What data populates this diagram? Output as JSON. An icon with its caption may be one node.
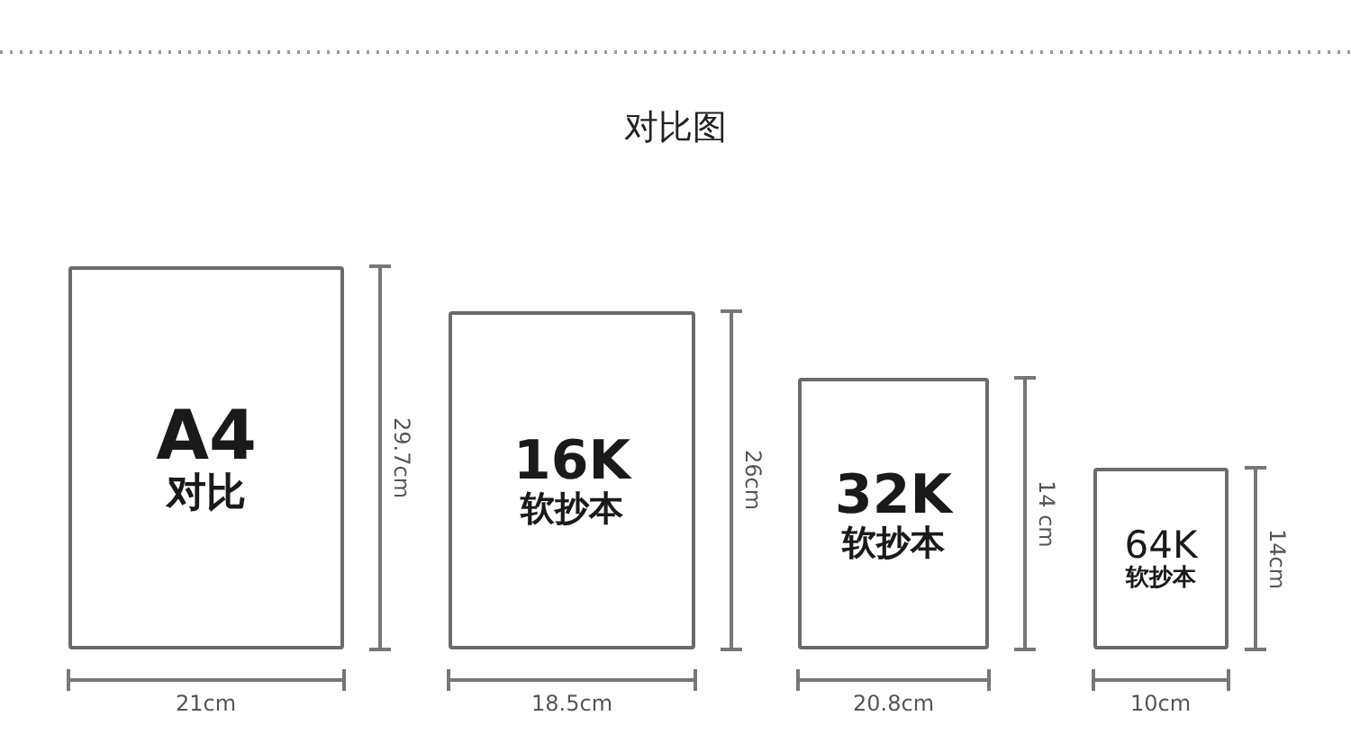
{
  "diagram": {
    "title": "对比图",
    "nodes": [
      {
        "text": [
          "A4",
          "对比"
        ]
      },
      {
        "text": [
          "16K",
          "软抄本"
        ]
      },
      {
        "text": [
          "32K",
          "软抄本"
        ]
      },
      {
        "text": [
          "64K",
          "软抄本"
        ]
      }
    ],
    "labels": [
      "29.7cm",
      "21cm",
      "26cm",
      "18.5cm",
      "14 cm",
      "20.8cm",
      "14cm",
      "10cm"
    ]
  }
}
